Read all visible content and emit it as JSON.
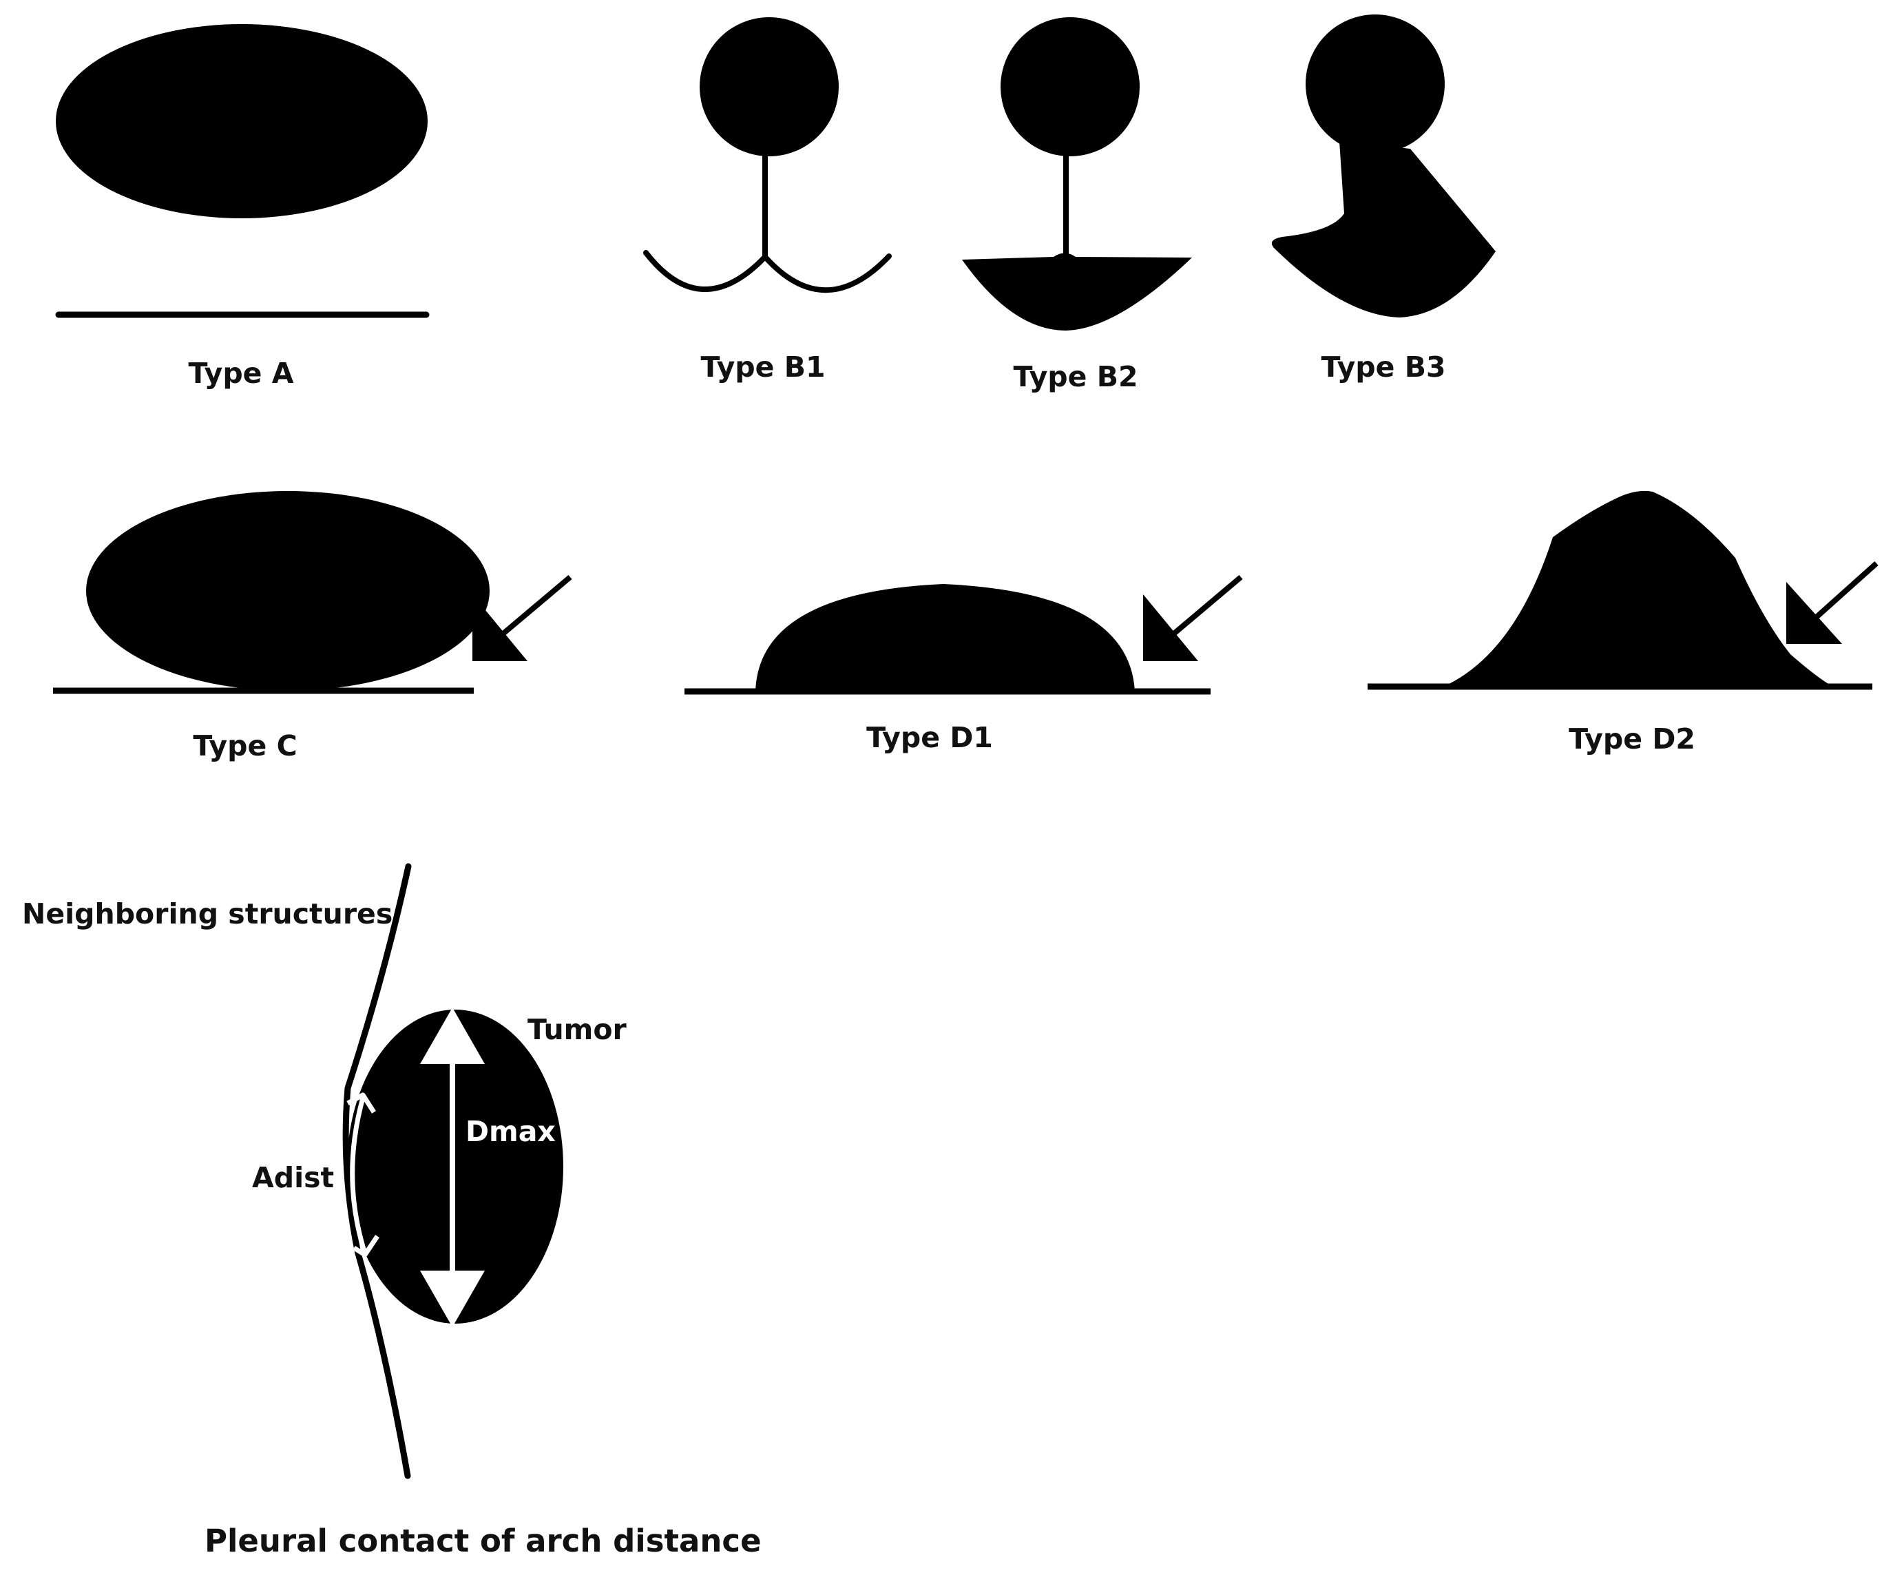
{
  "labels": {
    "type_a": "Type A",
    "type_b1": "Type B1",
    "type_b2": "Type B2",
    "type_b3": "Type B3",
    "type_c": "Type C",
    "type_d1": "Type D1",
    "type_d2": "Type D2",
    "neighboring": "Neighboring structures",
    "tumor": "Tumor",
    "dmax": "Dmax",
    "adist": "Adist",
    "caption": "Pleural contact of arch distance"
  },
  "colors": {
    "shape": "#000000",
    "background": "#ffffff",
    "inner_marks": "#ffffff"
  }
}
